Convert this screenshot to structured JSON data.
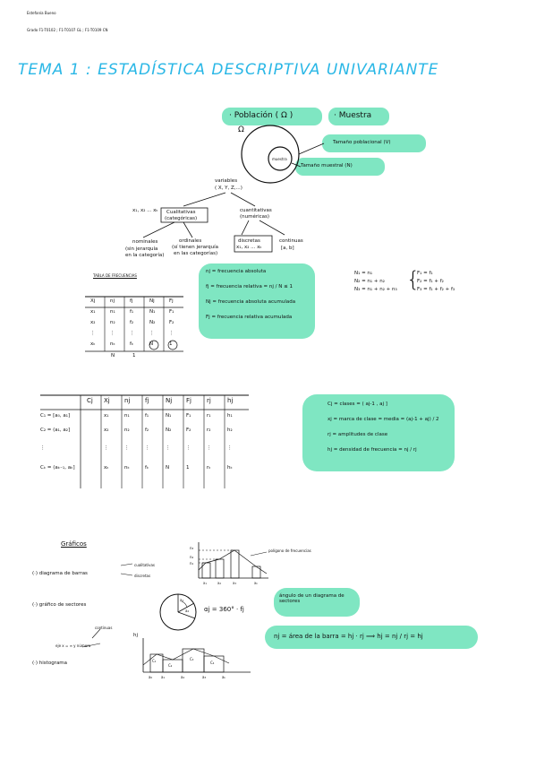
{
  "header": {
    "author": "Estefanía Bueno",
    "course": "Grado F1-T0102 ; F1-T0107 GL ; F1-T0109 CN"
  },
  "title": "TEMA 1 : ESTADÍSTICA DESCRIPTIVA UNIVARIANTE",
  "concepts": {
    "poblacion": "· Población ( Ω )",
    "muestra": "· Muestra",
    "omega": "Ω",
    "muestra_circle": "muestra",
    "tam_poblacional": "Tamaño poblacional (V)",
    "tam_muestral": "Tamaño muestral (N)"
  },
  "tree": {
    "variables": "variables",
    "variables_sub": "( X, Y, Z,...)",
    "modalidades": "x₁, x₂ ... xₖ",
    "cualitativas": "Cualitativas",
    "cualitativas_sub": "(categóricas)",
    "cuantitativas": "cuantitativas",
    "cuantitativas_sub": "(numéricas)",
    "nominales": "nominales",
    "nominales_sub1": "(sin jerarquía",
    "nominales_sub2": "en la categoría)",
    "ordinales": "ordinales",
    "ordinales_sub1": "(sí tienen jerarquía",
    "ordinales_sub2": "en las categorías)",
    "discretas": "discretas",
    "discretas_sub": "x₁, x₂ ... xₖ",
    "continuas": "continuas",
    "continuas_sub": "[a, b]"
  },
  "freq_table": {
    "title": "TABLA DE FRECUENCIAS",
    "headers": [
      "Xj",
      "nj",
      "fj",
      "Nj",
      "Fj"
    ],
    "rows": [
      [
        "x₁",
        "n₁",
        "f₁",
        "N₁",
        "F₁"
      ],
      [
        "x₂",
        "n₂",
        "f₂",
        "N₂",
        "F₂"
      ],
      [
        "⋮",
        "⋮",
        "⋮",
        "⋮",
        "⋮"
      ],
      [
        "xₖ",
        "nₖ",
        "fₖ",
        "N",
        "1"
      ]
    ],
    "totals": [
      "N",
      "1"
    ]
  },
  "definitions": [
    "nj = frecuencia absoluta",
    "fj = frecuencia relativa = nj / N ≤ 1",
    "Nj = frecuencia absoluta acumulada",
    "Fj = frecuencia relativa acumulada"
  ],
  "cumulative": {
    "left": [
      "N₁ = n₁",
      "N₂ = n₁ + n₂",
      "N₃ = n₁ + n₂ + n₃"
    ],
    "right": [
      "F₁ = f₁",
      "F₂ = f₁ + f₂",
      "F₃ = f₁ + f₂ + f₃"
    ]
  },
  "class_table": {
    "headers": [
      "Cj",
      "Xj",
      "nj",
      "fj",
      "Nj",
      "Fj",
      "rj",
      "hj"
    ],
    "rows": [
      [
        "C₁ = [a₀, a₁]",
        "x₁",
        "n₁",
        "f₁",
        "N₁",
        "F₁",
        "r₁",
        "h₁"
      ],
      [
        "C₂ = (a₁, a₂]",
        "x₂",
        "n₂",
        "f₂",
        "N₂",
        "F₂",
        "r₂",
        "h₂"
      ],
      [
        "⋮",
        "⋮",
        "⋮",
        "⋮",
        "⋮",
        "⋮",
        "⋮",
        "⋮"
      ],
      [
        "Cₖ = (aₖ₋₁, aₖ]",
        "xₖ",
        "nₖ",
        "fₖ",
        "N",
        "1",
        "rₖ",
        "hₖ"
      ]
    ]
  },
  "class_defs": [
    "Cj = clases = ( aj-1 , aj ]",
    "xj = marca de clase = media = (aj-1 + aj) / 2",
    "rj = amplitudes de clase",
    "hj = densidad de frecuencia = nj / rj"
  ],
  "graficos": {
    "title": "Gráficos",
    "item1": "(·) diagrama de barras",
    "item1_a": "cualitativas",
    "item1_b": "discretas",
    "poligono": "polígono de frecuencias",
    "item2": "(·) gráfico de sectores",
    "angle_formula": "αj = 360° · fj",
    "sector_label": "ángulo de un diagrama de sectores",
    "hist_note1": "continuas",
    "hist_note2": "eje x = ∞ y número",
    "item3": "(·) histograma",
    "area_formula": "nj = área de la barra = hj · rj ⟹ hj = nj / rj = hj",
    "bar_axis": [
      "n₃",
      "n₂",
      "n₁"
    ],
    "bar_x": [
      "x₁",
      "x₂",
      "x₃",
      "xₖ"
    ],
    "hist_x": [
      "a₀",
      "a₁",
      "a₂",
      "a₃",
      "aₖ"
    ],
    "hist_y": "hj",
    "hist_cells": [
      "C₁",
      "C₂",
      "C₃",
      "C₄"
    ],
    "pie_labels": [
      "a₁",
      "a₂"
    ]
  },
  "colors": {
    "highlight": "#7fe6c2",
    "title": "#2ab7e6",
    "ink": "#111111"
  }
}
